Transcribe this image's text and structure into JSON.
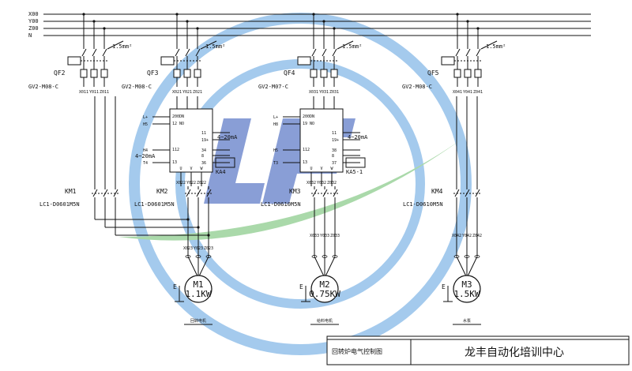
{
  "buses": [
    "X00",
    "Y00",
    "Z00",
    "N"
  ],
  "wire_spec": "1.5mm²",
  "breakers": [
    {
      "name": "QF2",
      "model": "GV2-M08-C",
      "outs": [
        "X011",
        "Y011",
        "Z011"
      ]
    },
    {
      "name": "QF3",
      "model": "GV2-M08-C",
      "outs": [
        "X021",
        "Y021",
        "Z021"
      ]
    },
    {
      "name": "QF4",
      "model": "GV2-M07-C",
      "outs": [
        "X031",
        "Y031",
        "Z031"
      ]
    },
    {
      "name": "QF5",
      "model": "GV2-M08-C",
      "outs": [
        "X041",
        "Y041",
        "Z041"
      ]
    }
  ],
  "drives": [
    {
      "in_labels": [
        "L+",
        "H5",
        "H4",
        "T4"
      ],
      "analog_in": "4~20mA",
      "pins": [
        "200DN",
        "12 NO",
        "112",
        "13",
        "11",
        "19+",
        "34",
        "8",
        "36"
      ],
      "analog_out": "4~20mA",
      "relay": "KA4",
      "outs": [
        "X022",
        "Y022",
        "Z022"
      ],
      "terminals": [
        "U",
        "V",
        "W"
      ]
    },
    {
      "in_labels": [
        "L+",
        "H8",
        "H5",
        "T3"
      ],
      "analog_in": "",
      "pins": [
        "200DN",
        "19 NO",
        "112",
        "13",
        "11",
        "19+",
        "38",
        "8",
        "37"
      ],
      "analog_out": "4~20mA",
      "relay": "KA5-1",
      "outs": [
        "X032",
        "Y032",
        "Z032"
      ],
      "terminals": [
        "U",
        "V",
        "W"
      ]
    }
  ],
  "contactors": [
    {
      "name": "KM1",
      "model": "LC1-D0601M5N"
    },
    {
      "name": "KM2",
      "model": "LC1-D0601M5N"
    },
    {
      "name": "KM3",
      "model": "LC1-D0610M5N"
    },
    {
      "name": "KM4",
      "model": "LC1-D0610M5N"
    }
  ],
  "motor_cables": [
    [
      "X023",
      "Y023",
      "Z023"
    ],
    [
      "X033",
      "Y033",
      "Z033"
    ],
    [
      "X042",
      "Y042",
      "Z042"
    ]
  ],
  "motors": [
    {
      "name": "M1",
      "power": "1.1KW",
      "earth": "E",
      "caption": "回转电机"
    },
    {
      "name": "M2",
      "power": "0.75KW",
      "earth": "E",
      "caption": "给料电机"
    },
    {
      "name": "M3",
      "power": "1.5KW",
      "earth": "E",
      "caption": "水泵"
    }
  ],
  "title_block": {
    "drawing_title": "回转炉电气控制图",
    "company": "龙丰自动化培训中心"
  },
  "watermark": {
    "text": "LF",
    "blue": "#5aa0e0",
    "green": "#66bb66",
    "letters": "#2a4fb5"
  }
}
